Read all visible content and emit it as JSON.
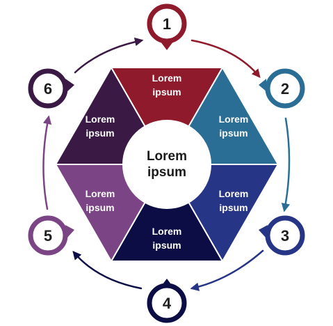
{
  "center": {
    "line1": "Lorem",
    "line2": "ipsum"
  },
  "segments": [
    {
      "number": "1",
      "line1": "Lorem",
      "line2": "ipsum",
      "color": "#8f1a2b"
    },
    {
      "number": "2",
      "line1": "Lorem",
      "line2": "ipsum",
      "color": "#2a6e96"
    },
    {
      "number": "3",
      "line1": "Lorem",
      "line2": "ipsum",
      "color": "#273586"
    },
    {
      "number": "4",
      "line1": "Lorem",
      "line2": "ipsum",
      "color": "#0c0d45"
    },
    {
      "number": "5",
      "line1": "Lorem",
      "line2": "ipsum",
      "color": "#7b4484"
    },
    {
      "number": "6",
      "line1": "Lorem",
      "line2": "ipsum",
      "color": "#3a1a45"
    }
  ]
}
